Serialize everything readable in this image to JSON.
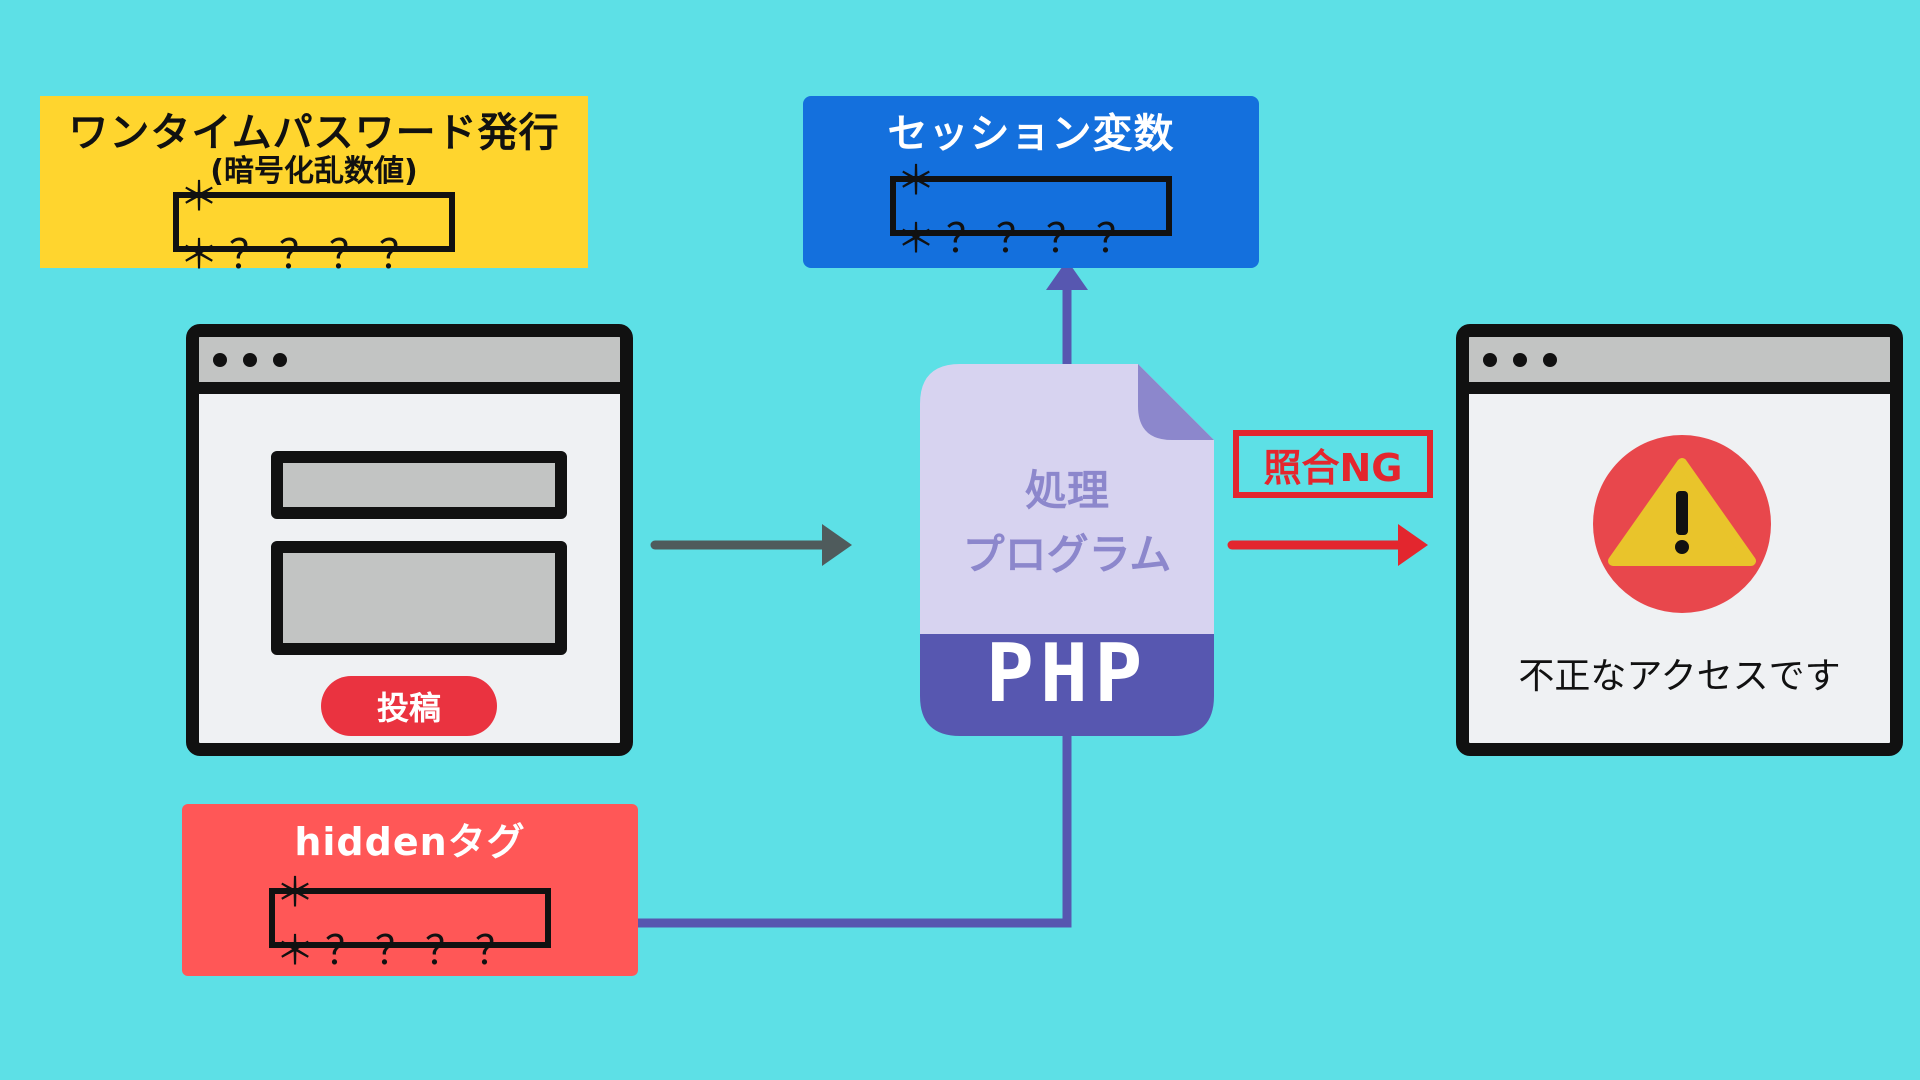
{
  "otp_box": {
    "title": "ワンタイムパスワード発行",
    "subtitle": "(暗号化乱数値)",
    "value": "＊＊？？？？",
    "color": "#FFD52E"
  },
  "session_box": {
    "title": "セッション変数",
    "value": "＊＊？？？？",
    "color": "#1470DD"
  },
  "hidden_box": {
    "title": "hiddenタグ",
    "value": "＊＊？？？？",
    "color": "#FF5757"
  },
  "form_browser": {
    "submit_label": "投稿"
  },
  "php_program": {
    "title_line1": "処理",
    "title_line2": "プログラム",
    "label": "PHP"
  },
  "result_browser": {
    "message": "不正なアクセスです",
    "icon": "warning-icon"
  },
  "verification": {
    "label": "照合NG",
    "color": "#E3262E"
  },
  "colors": {
    "background": "#5DE0E6",
    "flow_arrow": "#4F5B5C",
    "php_arrow": "#5757B0",
    "ng_arrow": "#E3262E"
  }
}
